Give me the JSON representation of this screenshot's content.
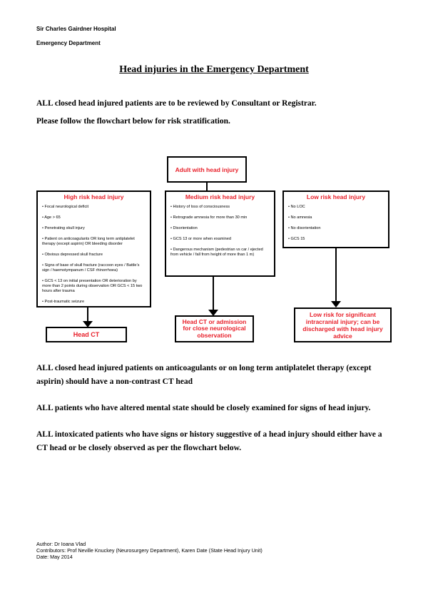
{
  "header": {
    "hospital": "Sir Charles Gairdner Hospital",
    "department": "Emergency Department"
  },
  "title": "Head injuries in the Emergency Department",
  "intro": {
    "line1": "ALL closed head injured patients are to be reviewed by Consultant or Registrar.",
    "line2": "Please follow the flowchart below for risk stratification."
  },
  "flowchart": {
    "start": "Adult with head injury",
    "high": {
      "title": "High risk head injury",
      "items": [
        "• Focal neurological deficit",
        "• Age > 65",
        "• Penetrating skull injury",
        "• Patient on anticoagulants OR long term antiplatelet therapy (except aspirin) OR bleeding disorder",
        "• Obvious depressed skull fracture",
        "• Signs of base of skull fracture (raccoon eyes / Battle’s sign / haemotympanum / CSF rhinorrhoea)",
        "• GCS < 13 on initial presentation OR deterioration by more than 2 points during observation OR GCS < 15  two hours after trauma",
        "• Post-traumatic seizure"
      ],
      "outcome": "Head CT"
    },
    "medium": {
      "title": "Medium risk head injury",
      "items": [
        "• History of loss of consciousness",
        "• Retrograde amnesia for more than 30 min",
        "• Disorientation",
        "• GCS 13 or more when examined",
        "• Dangerous mechanism (pedestrian vs car / ejected from vehicle /  fall from height  of more than 1 m)"
      ],
      "outcome": "Head CT or admission for close neurological observation"
    },
    "low": {
      "title": "Low risk head injury",
      "items": [
        "• No LOC",
        "• No amnesia",
        "• No disorientation",
        "• GCS 15"
      ],
      "outcome": "Low risk for significant intracranial injury; can be discharged with head injury advice"
    }
  },
  "notes": [
    "ALL closed head injured patients on anticoagulants or on long term antiplatelet therapy (except aspirin) should have a non-contrast CT head",
    "ALL patients who have altered mental state should be closely examined for signs of head injury.",
    "ALL intoxicated patients who have signs or history suggestive of a head injury should either have a CT head or be closely observed as per the flowchart below."
  ],
  "footer": {
    "author": "Author: Dr Ioana Vlad",
    "contributors": "Contributors: Prof Neville Knuckey (Neurosurgery Department), Karen Date (State Head Injury Unit)",
    "date": "Date: May 2014"
  },
  "colors": {
    "accent": "#e8202a",
    "border": "#000000"
  }
}
